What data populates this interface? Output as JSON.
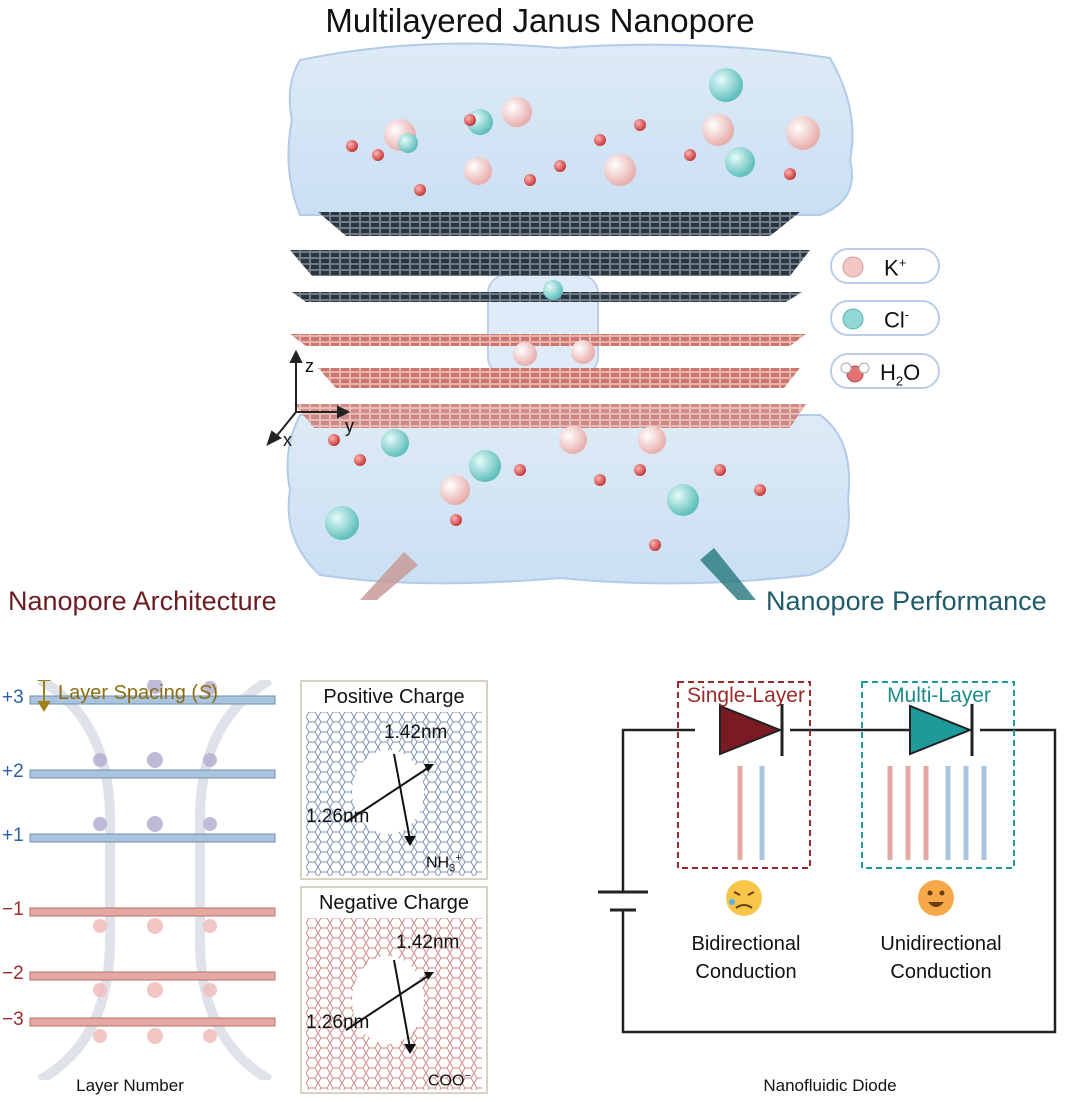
{
  "title": "Multilayered Janus Nanopore",
  "legend": [
    {
      "label": "K",
      "sup": "+",
      "color": "#f2c7c4"
    },
    {
      "label": "Cl",
      "sup": "-",
      "color": "#8fd8d4"
    },
    {
      "label": "H",
      "sub": "2",
      "tail": "O",
      "color": "#e57373"
    }
  ],
  "axes": {
    "z": "z",
    "x": "x",
    "y": "y"
  },
  "architecture": {
    "heading": "Nanopore Architecture",
    "spacing_label": "Layer Spacing (",
    "spacing_symbol": "S",
    "spacing_close": ")",
    "layers": [
      "+3",
      "+2",
      "+1",
      "−1",
      "−2",
      "−3"
    ],
    "caption": "Layer Number",
    "positive": {
      "title": "Positive Charge",
      "d1": "1.42nm",
      "d2": "1.26nm",
      "group": "NH",
      "group_sub": "3",
      "group_sup": "+"
    },
    "negative": {
      "title": "Negative Charge",
      "d1": "1.42nm",
      "d2": "1.26nm",
      "group": "COO",
      "group_sup": "−"
    }
  },
  "performance": {
    "heading": "Nanopore Performance",
    "single": {
      "label": "Single-Layer",
      "conduction_1": "Bidirectional",
      "conduction_2": "Conduction",
      "color": "#7a1a22"
    },
    "multi": {
      "label": "Multi-Layer",
      "conduction_1": "Unidirectional",
      "conduction_2": "Conduction",
      "color": "#1e9a9a"
    },
    "caption": "Nanofluidic Diode"
  }
}
